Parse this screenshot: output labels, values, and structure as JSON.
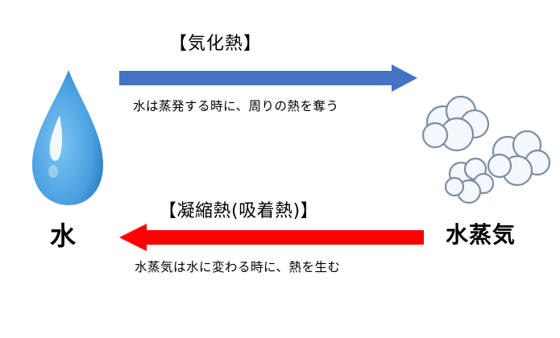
{
  "title_evaporation": "【気化熱】",
  "desc_evaporation": "水は蒸発する時に、周りの熱を奪う",
  "title_condensation": "【凝縮熱(吸着熱)】",
  "desc_condensation": "水蒸気は水に変わる時に、熱を生む",
  "label_water": "水",
  "label_vapor": "水蒸気",
  "colors": {
    "arrow_top": "#4472c4",
    "arrow_bottom": "#ff0000",
    "drop_main": "#5aa9e6",
    "drop_dark": "#2f7fc2",
    "cloud_fill": "#f4f7fb",
    "cloud_stroke": "#7c8da3"
  },
  "icons": {
    "water_drop": "water-drop-icon",
    "steam_clouds": "steam-cloud-icon"
  }
}
